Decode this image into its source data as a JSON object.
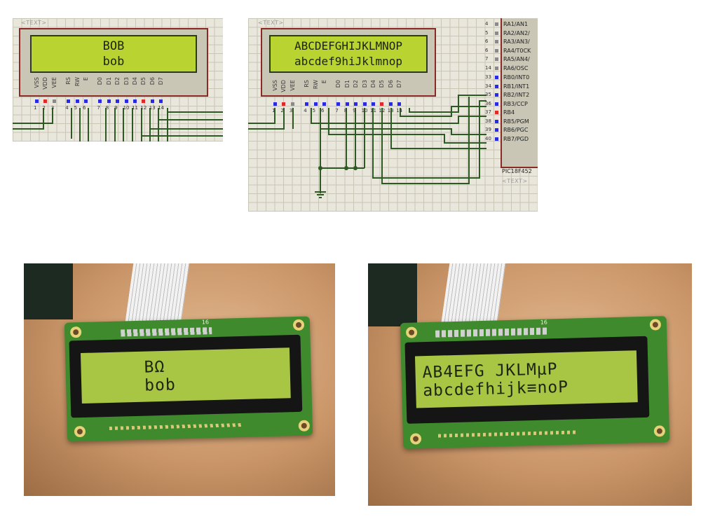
{
  "sim_left": {
    "text_tag": "<TEXT>",
    "line1": "BOB",
    "line2": "bob",
    "pin_labels": [
      "VSS",
      "VDD",
      "VEE",
      "RS",
      "RW",
      "E",
      "D0",
      "D1",
      "D2",
      "D3",
      "D4",
      "D5",
      "D6",
      "D7"
    ],
    "pin_numbers": [
      "1",
      "2",
      "3",
      "4",
      "5",
      "6",
      "7",
      "8",
      "9",
      "10",
      "11",
      "12",
      "13",
      "14"
    ]
  },
  "sim_right": {
    "text_tag": "<TEXT>",
    "line1": "ABCDEFGHIJKLMNOP",
    "line2": "abcdef9hiJklmnop",
    "pin_labels": [
      "VSS",
      "VDD",
      "VEE",
      "RS",
      "RW",
      "E",
      "D0",
      "D1",
      "D2",
      "D3",
      "D4",
      "D5",
      "D6",
      "D7"
    ],
    "pin_numbers": [
      "1",
      "2",
      "3",
      "4",
      "5",
      "6",
      "7",
      "8",
      "9",
      "10",
      "11",
      "12",
      "13",
      "14"
    ],
    "mcu": {
      "name": "PIC18F452",
      "text_tag": "<TEXT>",
      "pins": [
        {
          "num": "4",
          "label": "RA1/AN1"
        },
        {
          "num": "5",
          "label": "RA2/AN2/"
        },
        {
          "num": "6",
          "label": "RA3/AN3/"
        },
        {
          "num": "6",
          "label": "RA4/T0CK"
        },
        {
          "num": "7",
          "label": "RA5/AN4/"
        },
        {
          "num": "14",
          "label": "RA6/OSC"
        },
        {
          "num": "33",
          "label": "RB0/INT0"
        },
        {
          "num": "34",
          "label": "RB1/INT1"
        },
        {
          "num": "35",
          "label": "RB2/INT2"
        },
        {
          "num": "36",
          "label": "RB3/CCP"
        },
        {
          "num": "37",
          "label": "RB4"
        },
        {
          "num": "38",
          "label": "RB5/PGM"
        },
        {
          "num": "39",
          "label": "RB6/PGC"
        },
        {
          "num": "40",
          "label": "RB7/PGD"
        }
      ]
    }
  },
  "photo_left": {
    "silk_pin": "16",
    "line1": "BΩ",
    "line2": "bob"
  },
  "photo_right": {
    "silk_pin": "16",
    "line1": "AB4EFG JKLMμP",
    "line2": "abcdefhijk≡noP"
  },
  "colors": {
    "lcd_green": "#b9d331",
    "frame_red": "#8a2a25",
    "wire_green": "#2c5a22",
    "pin_blue": "#2a2ae0",
    "pin_red": "#e02a2a",
    "pin_gray": "#8a8a8a"
  }
}
